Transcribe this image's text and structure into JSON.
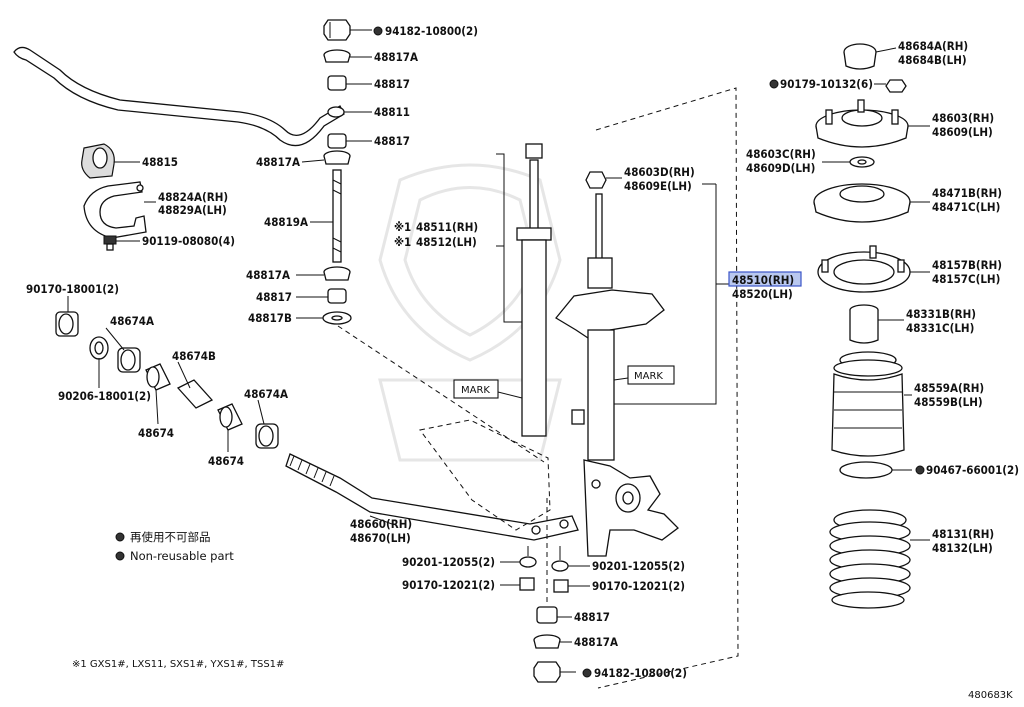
{
  "diagram_id": "480683K",
  "callouts": {
    "top_nut_stab": "94182-10800(2)",
    "cushion_a_top": "48817A",
    "cushion_top": "48817",
    "stabilizer_bar": "48811",
    "cushion_upper2": "48817",
    "bushing": "48815",
    "cushion_a_mid": "48817A",
    "bracket_rh": "48824A(RH)",
    "bracket_lh": "48829A(LH)",
    "bolt_bracket": "90119-08080(4)",
    "link_bolt": "48819A",
    "cushion_a_low": "48817A",
    "cushion_low": "48817",
    "cushion_b": "48817B",
    "bushing_nut": "90170-18001(2)",
    "bush_a_1": "48674A",
    "bush_b": "48674B",
    "washer_bushing": "90206-18001(2)",
    "bush_a_2": "48674A",
    "bush_1": "48674",
    "bush_2": "48674",
    "cartridge_rh": "48511(RH)",
    "cartridge_lh": "48512(LH)",
    "cartridge_mark1": "※1",
    "cartridge_mark2": "※1",
    "nut_d_rh": "48603D(RH)",
    "nut_e_lh": "48609E(LH)",
    "strut_rh": "48510(RH)",
    "strut_lh": "48520(LH)",
    "mark_left": "MARK",
    "mark_right": "MARK",
    "strut_rod_rh": "48660(RH)",
    "strut_rod_lh": "48670(LH)",
    "bolt_rod_l": "90201-12055(2)",
    "bolt_rod_r": "90201-12055(2)",
    "nut_rod_l": "90170-12021(2)",
    "nut_rod_r": "90170-12021(2)",
    "cushion_bottom": "48817",
    "cushion_a_bottom": "48817A",
    "nut_bottom": "94182-10800(2)",
    "cap_rh": "48684A(RH)",
    "cap_lh": "48684B(LH)",
    "nut_support": "90179-10132(6)",
    "support_rh": "48603(RH)",
    "support_lh": "48609(LH)",
    "collar_rh": "48603C(RH)",
    "collar_lh": "48609D(LH)",
    "seat_upper_rh": "48471B(RH)",
    "seat_upper_lh": "48471C(LH)",
    "insulator_rh": "48157B(RH)",
    "insulator_lh": "48157C(LH)",
    "bumper_rh": "48331B(RH)",
    "bumper_lh": "48331C(LH)",
    "boot_rh": "48559A(RH)",
    "boot_lh": "48559B(LH)",
    "clip": "90467-66001(2)",
    "spring_rh": "48131(RH)",
    "spring_lh": "48132(LH)"
  },
  "legend": {
    "jp": "再使用不可部品",
    "en": "Non-reusable part"
  },
  "footnote": "※1  GXS1#, LXS11, SXS1#, YXS1#, TSS1#",
  "highlight": "48510(RH)"
}
